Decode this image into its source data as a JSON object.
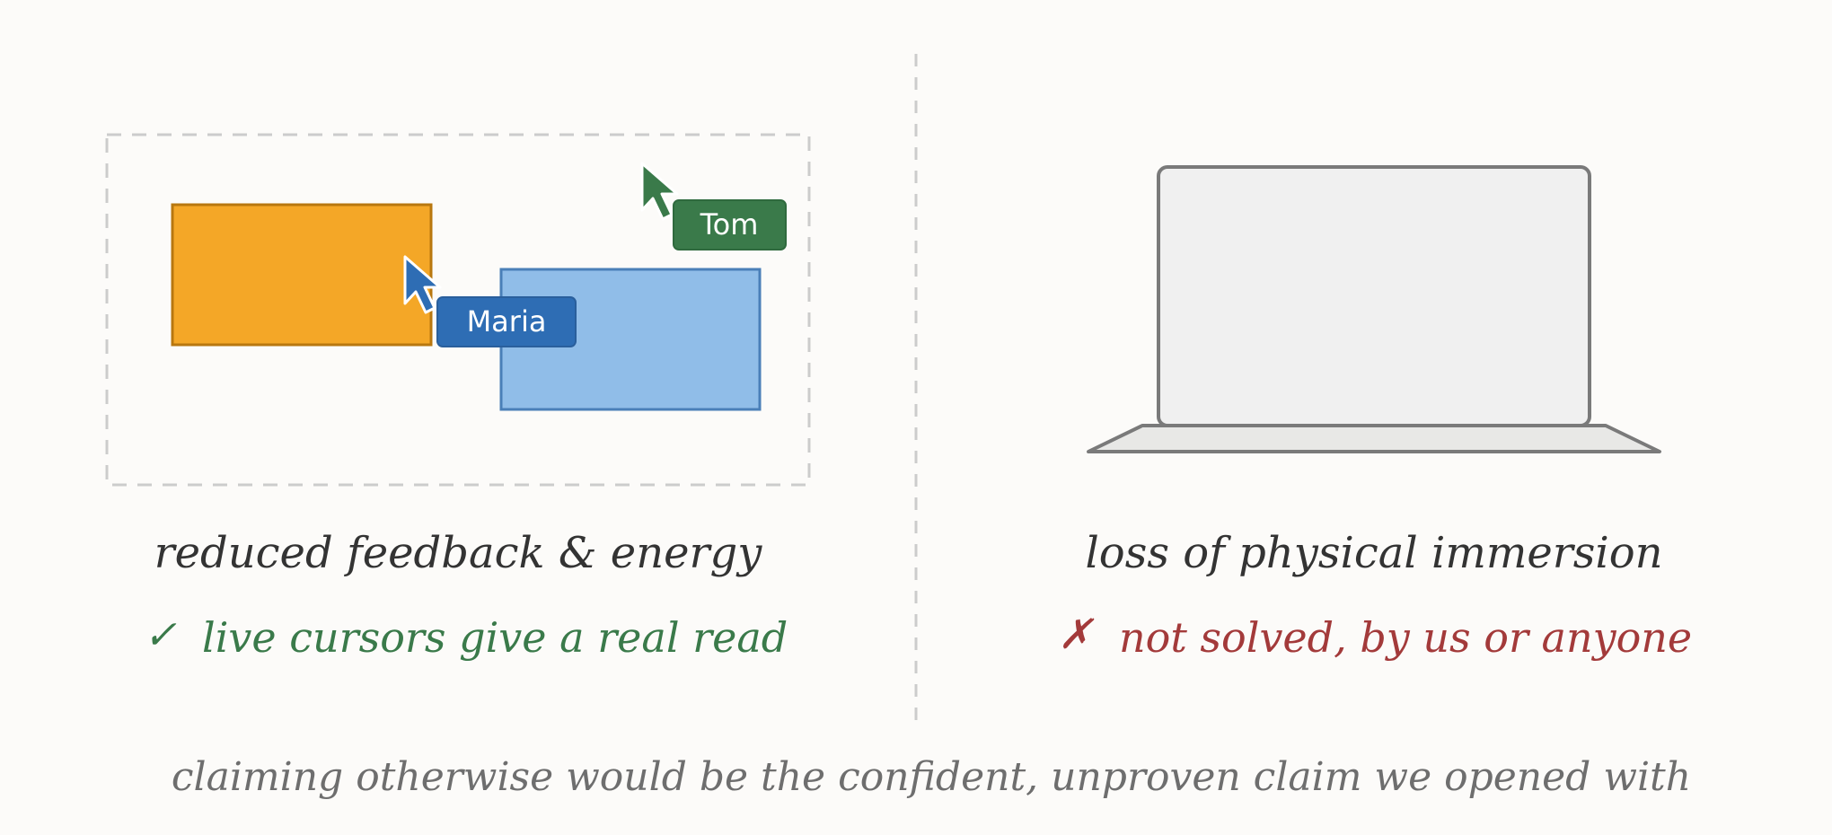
{
  "left_panel": {
    "cursors": [
      {
        "name": "Maria",
        "color": "#2e6db4"
      },
      {
        "name": "Tom",
        "color": "#3a7a4a"
      }
    ],
    "shapes": {
      "orange_fill": "#f4a727",
      "orange_stroke": "#b8770f",
      "blue_fill": "#90bde8",
      "blue_stroke": "#4a7fb8"
    },
    "heading": "reduced feedback & energy",
    "verdict": {
      "mark": "✓",
      "text": "live cursors give a real read",
      "color": "#3a7a4a"
    }
  },
  "right_panel": {
    "icon": "laptop-icon",
    "heading": "loss of physical immersion",
    "verdict": {
      "mark": "✗",
      "text": "not solved, by us or anyone",
      "color": "#a33a3a"
    }
  },
  "footer": {
    "text": "claiming otherwise would be the confident, unproven claim we opened with",
    "color": "#6e6e6e"
  },
  "colors": {
    "background": "#fcfbf9",
    "ink": "#333333",
    "divider": "#cccccc",
    "laptop_stroke": "#7a7a7a",
    "laptop_fill": "#f0f0f0"
  }
}
